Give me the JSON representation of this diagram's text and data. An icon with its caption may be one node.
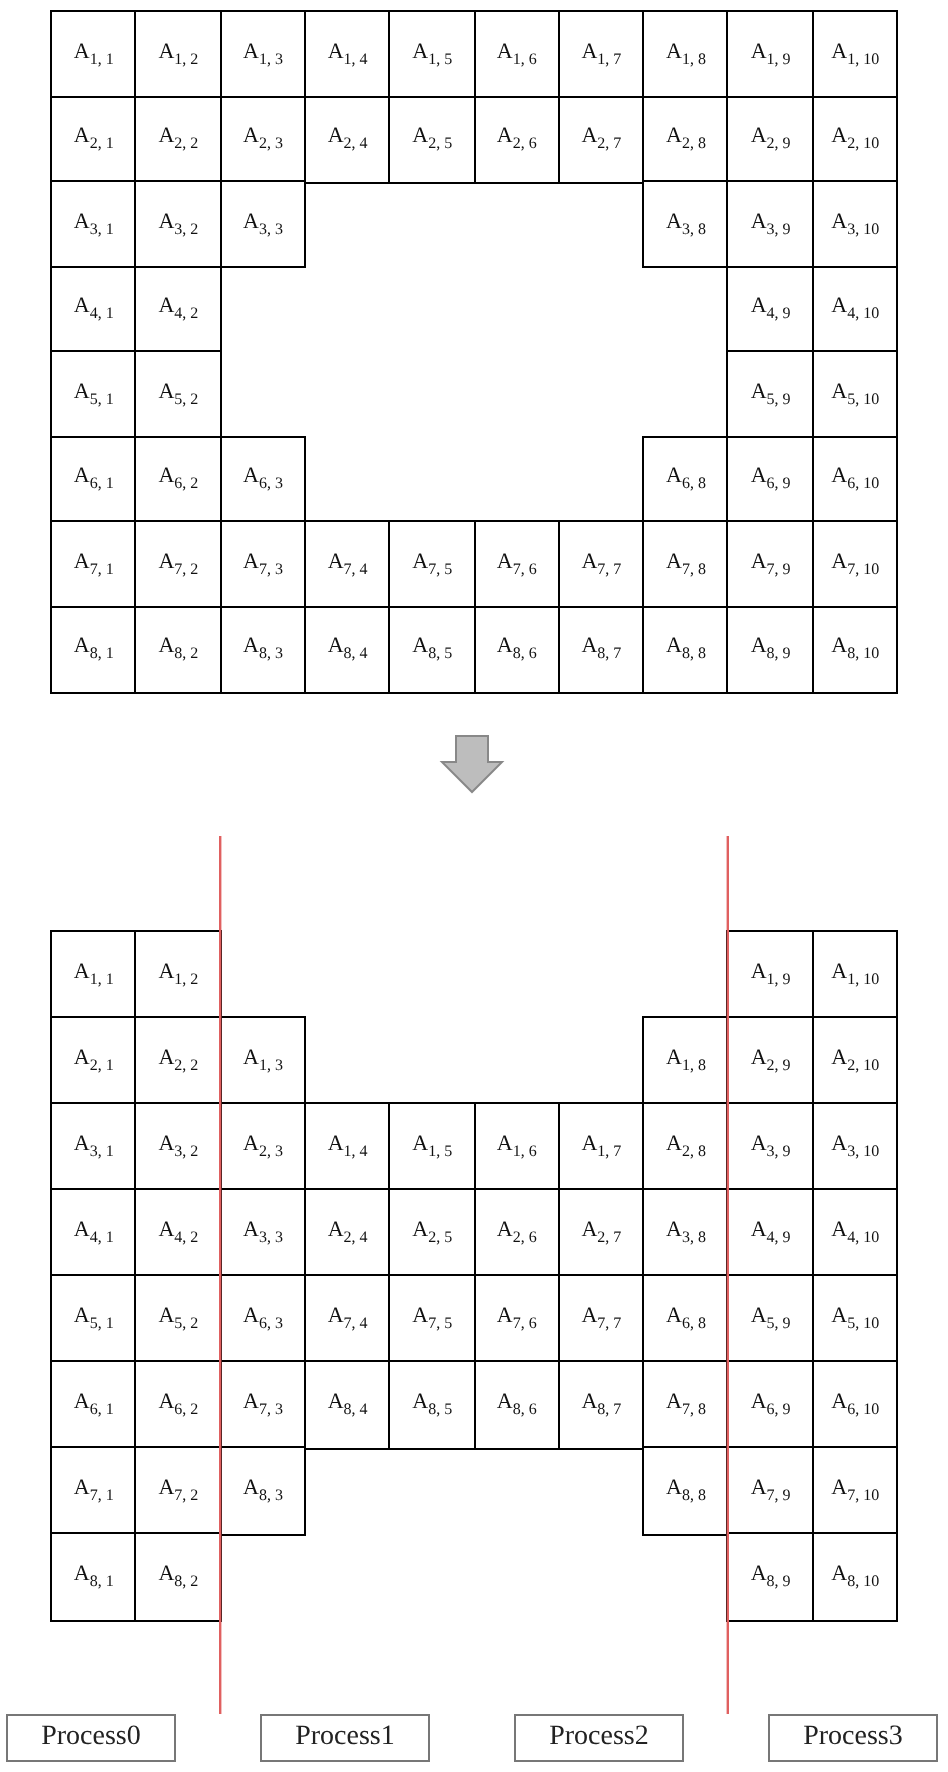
{
  "diagram": {
    "nodes": [
      {
        "text": [
          "A$_{1, 1}$"
        ]
      },
      {
        "text": [
          "A$_{1, 2}$"
        ]
      },
      {
        "text": [
          "A$_{1, 3}$"
        ]
      },
      {
        "text": [
          "A$_{1, 4}$"
        ]
      },
      {
        "text": [
          "A$_{1, 5}$"
        ]
      },
      {
        "text": [
          "A$_{1, 6}$"
        ]
      },
      {
        "text": [
          "A$_{1, 7}$"
        ]
      },
      {
        "text": [
          "A$_{1, 8}$"
        ]
      },
      {
        "text": [
          "A$_{1, 9}$"
        ]
      },
      {
        "text": [
          "A$_{1, 10}$"
        ]
      },
      {
        "text": [
          "A$_{2, 1}$"
        ]
      },
      {
        "text": [
          "A$_{2, 2}$"
        ]
      },
      {
        "text": [
          "A$_{2, 3}$"
        ]
      },
      {
        "text": [
          "A$_{2, 4}$"
        ]
      },
      {
        "text": [
          "A$_{2, 5}$"
        ]
      },
      {
        "text": [
          "A$_{2, 6}$"
        ]
      },
      {
        "text": [
          "A$_{2, 7}$"
        ]
      },
      {
        "text": [
          "A$_{2, 8}$"
        ]
      },
      {
        "text": [
          "A$_{2, 9}$"
        ]
      },
      {
        "text": [
          "A$_{2, 10}$"
        ]
      },
      {
        "text": [
          "A$_{3, 1}$"
        ]
      },
      {
        "text": [
          "A$_{3, 2}$"
        ]
      },
      {
        "text": [
          "A$_{3, 3}$"
        ]
      },
      {
        "text": [
          "A$_{3, 8}$"
        ]
      },
      {
        "text": [
          "A$_{3, 9}$"
        ]
      },
      {
        "text": [
          "A$_{3, 10}$"
        ]
      },
      {
        "text": [
          "A$_{4, 1}$"
        ]
      },
      {
        "text": [
          "A$_{4, 2}$"
        ]
      },
      {
        "text": [
          "A$_{4, 9}$"
        ]
      },
      {
        "text": [
          "A$_{4, 10}$"
        ]
      },
      {
        "text": [
          "A$_{5, 1}$"
        ]
      },
      {
        "text": [
          "A$_{5, 2}$"
        ]
      },
      {
        "text": [
          "A$_{5, 9}$"
        ]
      },
      {
        "text": [
          "A$_{5, 10}$"
        ]
      },
      {
        "text": [
          "A$_{6, 1}$"
        ]
      },
      {
        "text": [
          "A$_{6, 2}$"
        ]
      },
      {
        "text": [
          "A$_{6, 3}$"
        ]
      },
      {
        "text": [
          "A$_{6, 8}$"
        ]
      },
      {
        "text": [
          "A$_{6, 9}$"
        ]
      },
      {
        "text": [
          "A$_{6, 10}$"
        ]
      },
      {
        "text": [
          "A$_{7, 1}$"
        ]
      },
      {
        "text": [
          "A$_{7, 2}$"
        ]
      },
      {
        "text": [
          "A$_{7, 3}$"
        ]
      },
      {
        "text": [
          "A$_{7, 4}$"
        ]
      },
      {
        "text": [
          "A$_{7, 5}$"
        ]
      },
      {
        "text": [
          "A$_{7, 6}$"
        ]
      },
      {
        "text": [
          "A$_{7, 7}$"
        ]
      },
      {
        "text": [
          "A$_{7, 8}$"
        ]
      },
      {
        "text": [
          "A$_{7, 9}$"
        ]
      },
      {
        "text": [
          "A$_{7, 10}$"
        ]
      },
      {
        "text": [
          "A$_{8, 1}$"
        ]
      },
      {
        "text": [
          "A$_{8, 2}$"
        ]
      },
      {
        "text": [
          "A$_{8, 3}$"
        ]
      },
      {
        "text": [
          "A$_{8, 4}$"
        ]
      },
      {
        "text": [
          "A$_{8, 5}$"
        ]
      },
      {
        "text": [
          "A$_{8, 6}$"
        ]
      },
      {
        "text": [
          "A$_{8, 7}$"
        ]
      },
      {
        "text": [
          "A$_{8, 8}$"
        ]
      },
      {
        "text": [
          "A$_{8, 9}$"
        ]
      },
      {
        "text": [
          "A$_{8, 10}$"
        ]
      },
      {
        "text": [
          "A$_{1, 1}$"
        ]
      },
      {
        "text": [
          "A$_{1, 2}$"
        ]
      },
      {
        "text": [
          "A$_{1, 9}$"
        ]
      },
      {
        "text": [
          "A$_{1, 10}$"
        ]
      },
      {
        "text": [
          "A$_{2, 1}$"
        ]
      },
      {
        "text": [
          "A$_{2, 2}$"
        ]
      },
      {
        "text": [
          "A$_{1, 3}$"
        ]
      },
      {
        "text": [
          "A$_{1, 8}$"
        ]
      },
      {
        "text": [
          "A$_{2, 9}$"
        ]
      },
      {
        "text": [
          "A$_{2, 10}$"
        ]
      },
      {
        "text": [
          "A$_{3, 1}$"
        ]
      },
      {
        "text": [
          "A$_{3, 2}$"
        ]
      },
      {
        "text": [
          "A$_{2, 3}$"
        ]
      },
      {
        "text": [
          "A$_{1, 4}$"
        ]
      },
      {
        "text": [
          "A$_{1, 5}$"
        ]
      },
      {
        "text": [
          "A$_{1, 6}$"
        ]
      },
      {
        "text": [
          "A$_{1, 7}$"
        ]
      },
      {
        "text": [
          "A$_{2, 8}$"
        ]
      },
      {
        "text": [
          "A$_{3, 9}$"
        ]
      },
      {
        "text": [
          "A$_{3, 10}$"
        ]
      },
      {
        "text": [
          "A$_{4, 1}$"
        ]
      },
      {
        "text": [
          "A$_{4, 2}$"
        ]
      },
      {
        "text": [
          "A$_{3, 3}$"
        ]
      },
      {
        "text": [
          "A$_{2, 4}$"
        ]
      },
      {
        "text": [
          "A$_{2, 5}$"
        ]
      },
      {
        "text": [
          "A$_{2, 6}$"
        ]
      },
      {
        "text": [
          "A$_{2, 7}$"
        ]
      },
      {
        "text": [
          "A$_{3, 8}$"
        ]
      },
      {
        "text": [
          "A$_{4, 9}$"
        ]
      },
      {
        "text": [
          "A$_{4, 10}$"
        ]
      },
      {
        "text": [
          "A$_{5, 1}$"
        ]
      },
      {
        "text": [
          "A$_{5, 2}$"
        ]
      },
      {
        "text": [
          "A$_{6, 3}$"
        ]
      },
      {
        "text": [
          "A$_{7, 4}$"
        ]
      },
      {
        "text": [
          "A$_{7, 5}$"
        ]
      },
      {
        "text": [
          "A$_{7, 6}$"
        ]
      },
      {
        "text": [
          "A$_{7, 7}$"
        ]
      },
      {
        "text": [
          "A$_{6, 8}$"
        ]
      },
      {
        "text": [
          "A$_{5, 9}$"
        ]
      },
      {
        "text": [
          "A$_{5, 10}$"
        ]
      },
      {
        "text": [
          "A$_{6, 1}$"
        ]
      },
      {
        "text": [
          "A$_{6, 2}$"
        ]
      },
      {
        "text": [
          "A$_{7, 3}$"
        ]
      },
      {
        "text": [
          "A$_{8, 4}$"
        ]
      },
      {
        "text": [
          "A$_{8, 5}$"
        ]
      },
      {
        "text": [
          "A$_{8, 6}$"
        ]
      },
      {
        "text": [
          "A$_{8, 7}$"
        ]
      },
      {
        "text": [
          "A$_{7, 8}$"
        ]
      },
      {
        "text": [
          "A$_{6, 9}$"
        ]
      },
      {
        "text": [
          "A$_{6, 10}$"
        ]
      },
      {
        "text": [
          "A$_{7, 1}$"
        ]
      },
      {
        "text": [
          "A$_{7, 2}$"
        ]
      },
      {
        "text": [
          "A$_{8, 3}$"
        ]
      },
      {
        "text": [
          "A$_{8, 8}$"
        ]
      },
      {
        "text": [
          "A$_{7, 9}$"
        ]
      },
      {
        "text": [
          "A$_{7, 10}$"
        ]
      },
      {
        "text": [
          "A$_{8, 1}$"
        ]
      },
      {
        "text": [
          "A$_{8, 2}$"
        ]
      },
      {
        "text": [
          "A$_{8, 9}$"
        ]
      },
      {
        "text": [
          "A$_{8, 10}$"
        ]
      },
      {
        "text": [
          "Process0"
        ]
      },
      {
        "text": [
          "Process1"
        ]
      },
      {
        "text": [
          "Process2"
        ]
      },
      {
        "text": [
          "Process3"
        ]
      }
    ]
  }
}
